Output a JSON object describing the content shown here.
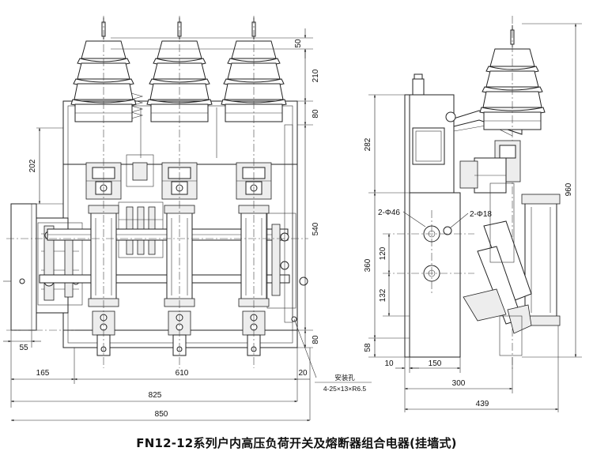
{
  "caption": "FN12-12系列户内高压负荷开关及熔断器组合电器(挂墙式)",
  "front_view": {
    "dims": {
      "d50": "50",
      "d210": "210",
      "d80_top": "80",
      "d540": "540",
      "d80_bottom": "80",
      "d202": "202",
      "d55": "55",
      "d165": "165",
      "d610": "610",
      "d20": "20",
      "d825": "825",
      "d850": "850"
    },
    "mount_note_title": "安装孔",
    "mount_note_spec": "4-25×13×R6.5"
  },
  "side_view": {
    "dims": {
      "d282": "282",
      "d960": "960",
      "d360": "360",
      "d120": "120",
      "d132": "132",
      "d58": "58",
      "d10": "10",
      "d150": "150",
      "d300": "300",
      "d439": "439"
    },
    "hole_label_large": "2-Φ46",
    "hole_label_small": "2-Φ18"
  }
}
